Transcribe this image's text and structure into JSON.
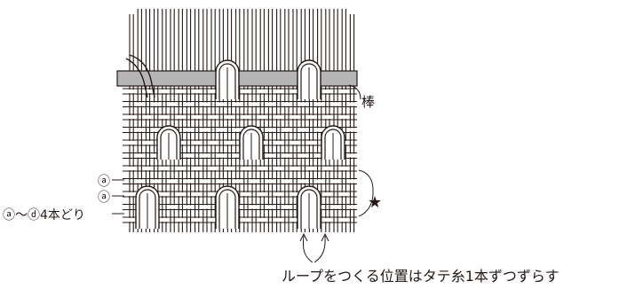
{
  "labels": {
    "rod": "棒",
    "a1": "ⓐ",
    "a2": "ⓐ",
    "a_to_d": "ⓐ〜ⓓ4本どり",
    "star": "★",
    "note": "ループをつくる位置はタテ糸1本ずつずらす"
  },
  "colors": {
    "ink": "#231815",
    "rod": "#b5b5b5",
    "paper": "#ffffff"
  }
}
